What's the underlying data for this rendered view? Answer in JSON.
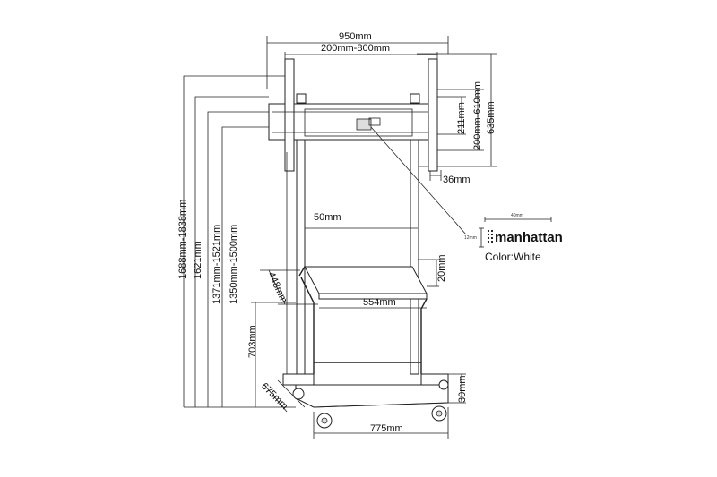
{
  "dimensions": {
    "width_total": "950mm",
    "vesa_width": "200mm-800mm",
    "bracket_height": "211mm",
    "vesa_height": "200mm-610mm",
    "mount_height": "635mm",
    "mount_depth": "36mm",
    "pole_width": "50mm",
    "shelf_depth": "20mm",
    "shelf_width": "554mm",
    "shelf_length": "448mm",
    "height_range_total": "1688mm-1838mm",
    "height_fixed": "1621mm",
    "height_range_2": "1371mm-1521mm",
    "height_range_3": "1350mm-1500mm",
    "shelf_height": "703mm",
    "base_depth": "675mm",
    "base_height": "30mm",
    "base_width": "775mm"
  },
  "logo": {
    "brand": "manhattan",
    "width_label": "40mm",
    "height_label": "12mm"
  },
  "color_label": "Color:White"
}
